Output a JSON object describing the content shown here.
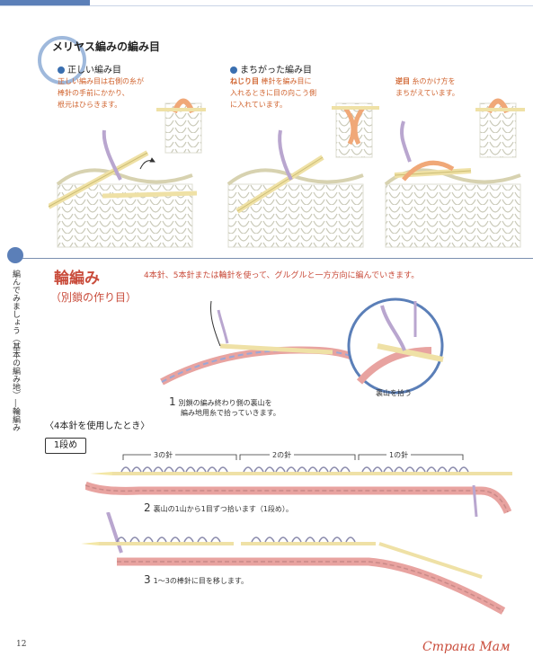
{
  "section": {
    "title": "メリヤス編みの編み目",
    "correct": {
      "heading": "正しい編み目",
      "desc_lines": [
        "正しい編み目は右側の糸が",
        "棒針の手前にかかり、",
        "根元はひらきます。"
      ]
    },
    "wrong": {
      "heading": "まちがった編み目",
      "term": "ねじり目",
      "desc_lines": [
        "棒針を編み目に",
        "入れるときに目の向こう側",
        "に入れています。"
      ]
    },
    "reverse": {
      "term": "逆目",
      "desc_lines": [
        "糸のかけ方を",
        "まちがえています。"
      ]
    }
  },
  "side": {
    "text": "編んでみましょう（基本の編み地）―輪編み"
  },
  "ring": {
    "title": "輪編み",
    "subtitle": "（別鎖の作り目）",
    "desc": "4本針、5本針または輪針を使って、グルグルと一方方向に編んでいきます。",
    "step1_num": "1",
    "step1_lines": [
      "別鎖の編み終わり側の裏山を",
      "編み地用糸で拾っていきます。"
    ],
    "circle_label": "裏山を拾う"
  },
  "four_needle": {
    "heading": "〈4本針を使用したとき〉",
    "row_label": "1段め",
    "needle_labels": [
      "3の針",
      "2の針",
      "1の針"
    ],
    "step2_num": "2",
    "step2_text": "裏山の1山から1目ずつ拾います（1段め）。",
    "step3_num": "3",
    "step3_text": "1～3の棒針に目を移します。"
  },
  "page_number": "12",
  "watermark": "Страна Мам",
  "colors": {
    "accent_blue": "#5b7fb8",
    "accent_red": "#c94c3b",
    "yarn_pink": "#e8a3a0",
    "needle_yellow": "#f3e7a6"
  }
}
